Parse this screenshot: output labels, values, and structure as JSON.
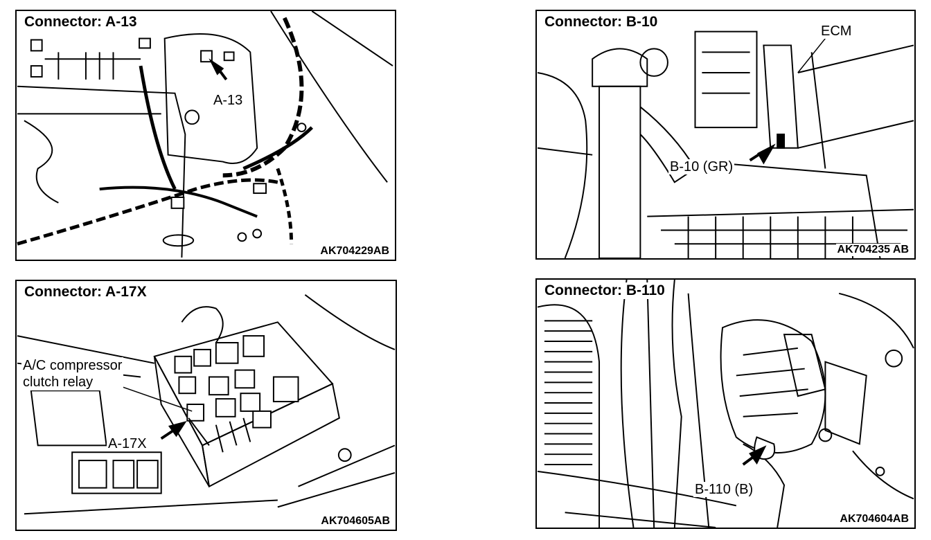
{
  "panels": [
    {
      "title": "Connector: A-13",
      "code": "AK704229AB",
      "labels": [
        "A-13"
      ]
    },
    {
      "title": "Connector: B-10",
      "code": "AK704235 AB",
      "labels": [
        "ECM",
        "B-10 (GR)"
      ]
    },
    {
      "title": "Connector: A-17X",
      "code": "AK704605AB",
      "labels": [
        "A/C compressor",
        "clutch relay",
        "A-17X"
      ]
    },
    {
      "title": "Connector: B-110",
      "code": "AK704604AB",
      "labels": [
        "B-110 (B)"
      ]
    }
  ]
}
